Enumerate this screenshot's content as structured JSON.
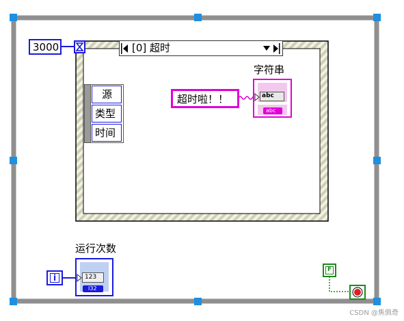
{
  "timeout": {
    "value": "3000",
    "icon": "hourglass-icon"
  },
  "event_case": {
    "selector": "[0] 超时"
  },
  "event_data": {
    "items": [
      "源",
      "类型",
      "时间"
    ]
  },
  "string_indicator": {
    "label": "字符串",
    "type_text": "abc",
    "tag": "abc"
  },
  "string_constant": {
    "value": "超时啦！！"
  },
  "iteration": {
    "label": "运行次数",
    "terminal": "i",
    "value_text": "123",
    "tag": "I32"
  },
  "stop": {
    "constant": "F",
    "color": "#e02020"
  },
  "watermark": {
    "text": "CSDN @焦佩奇"
  }
}
